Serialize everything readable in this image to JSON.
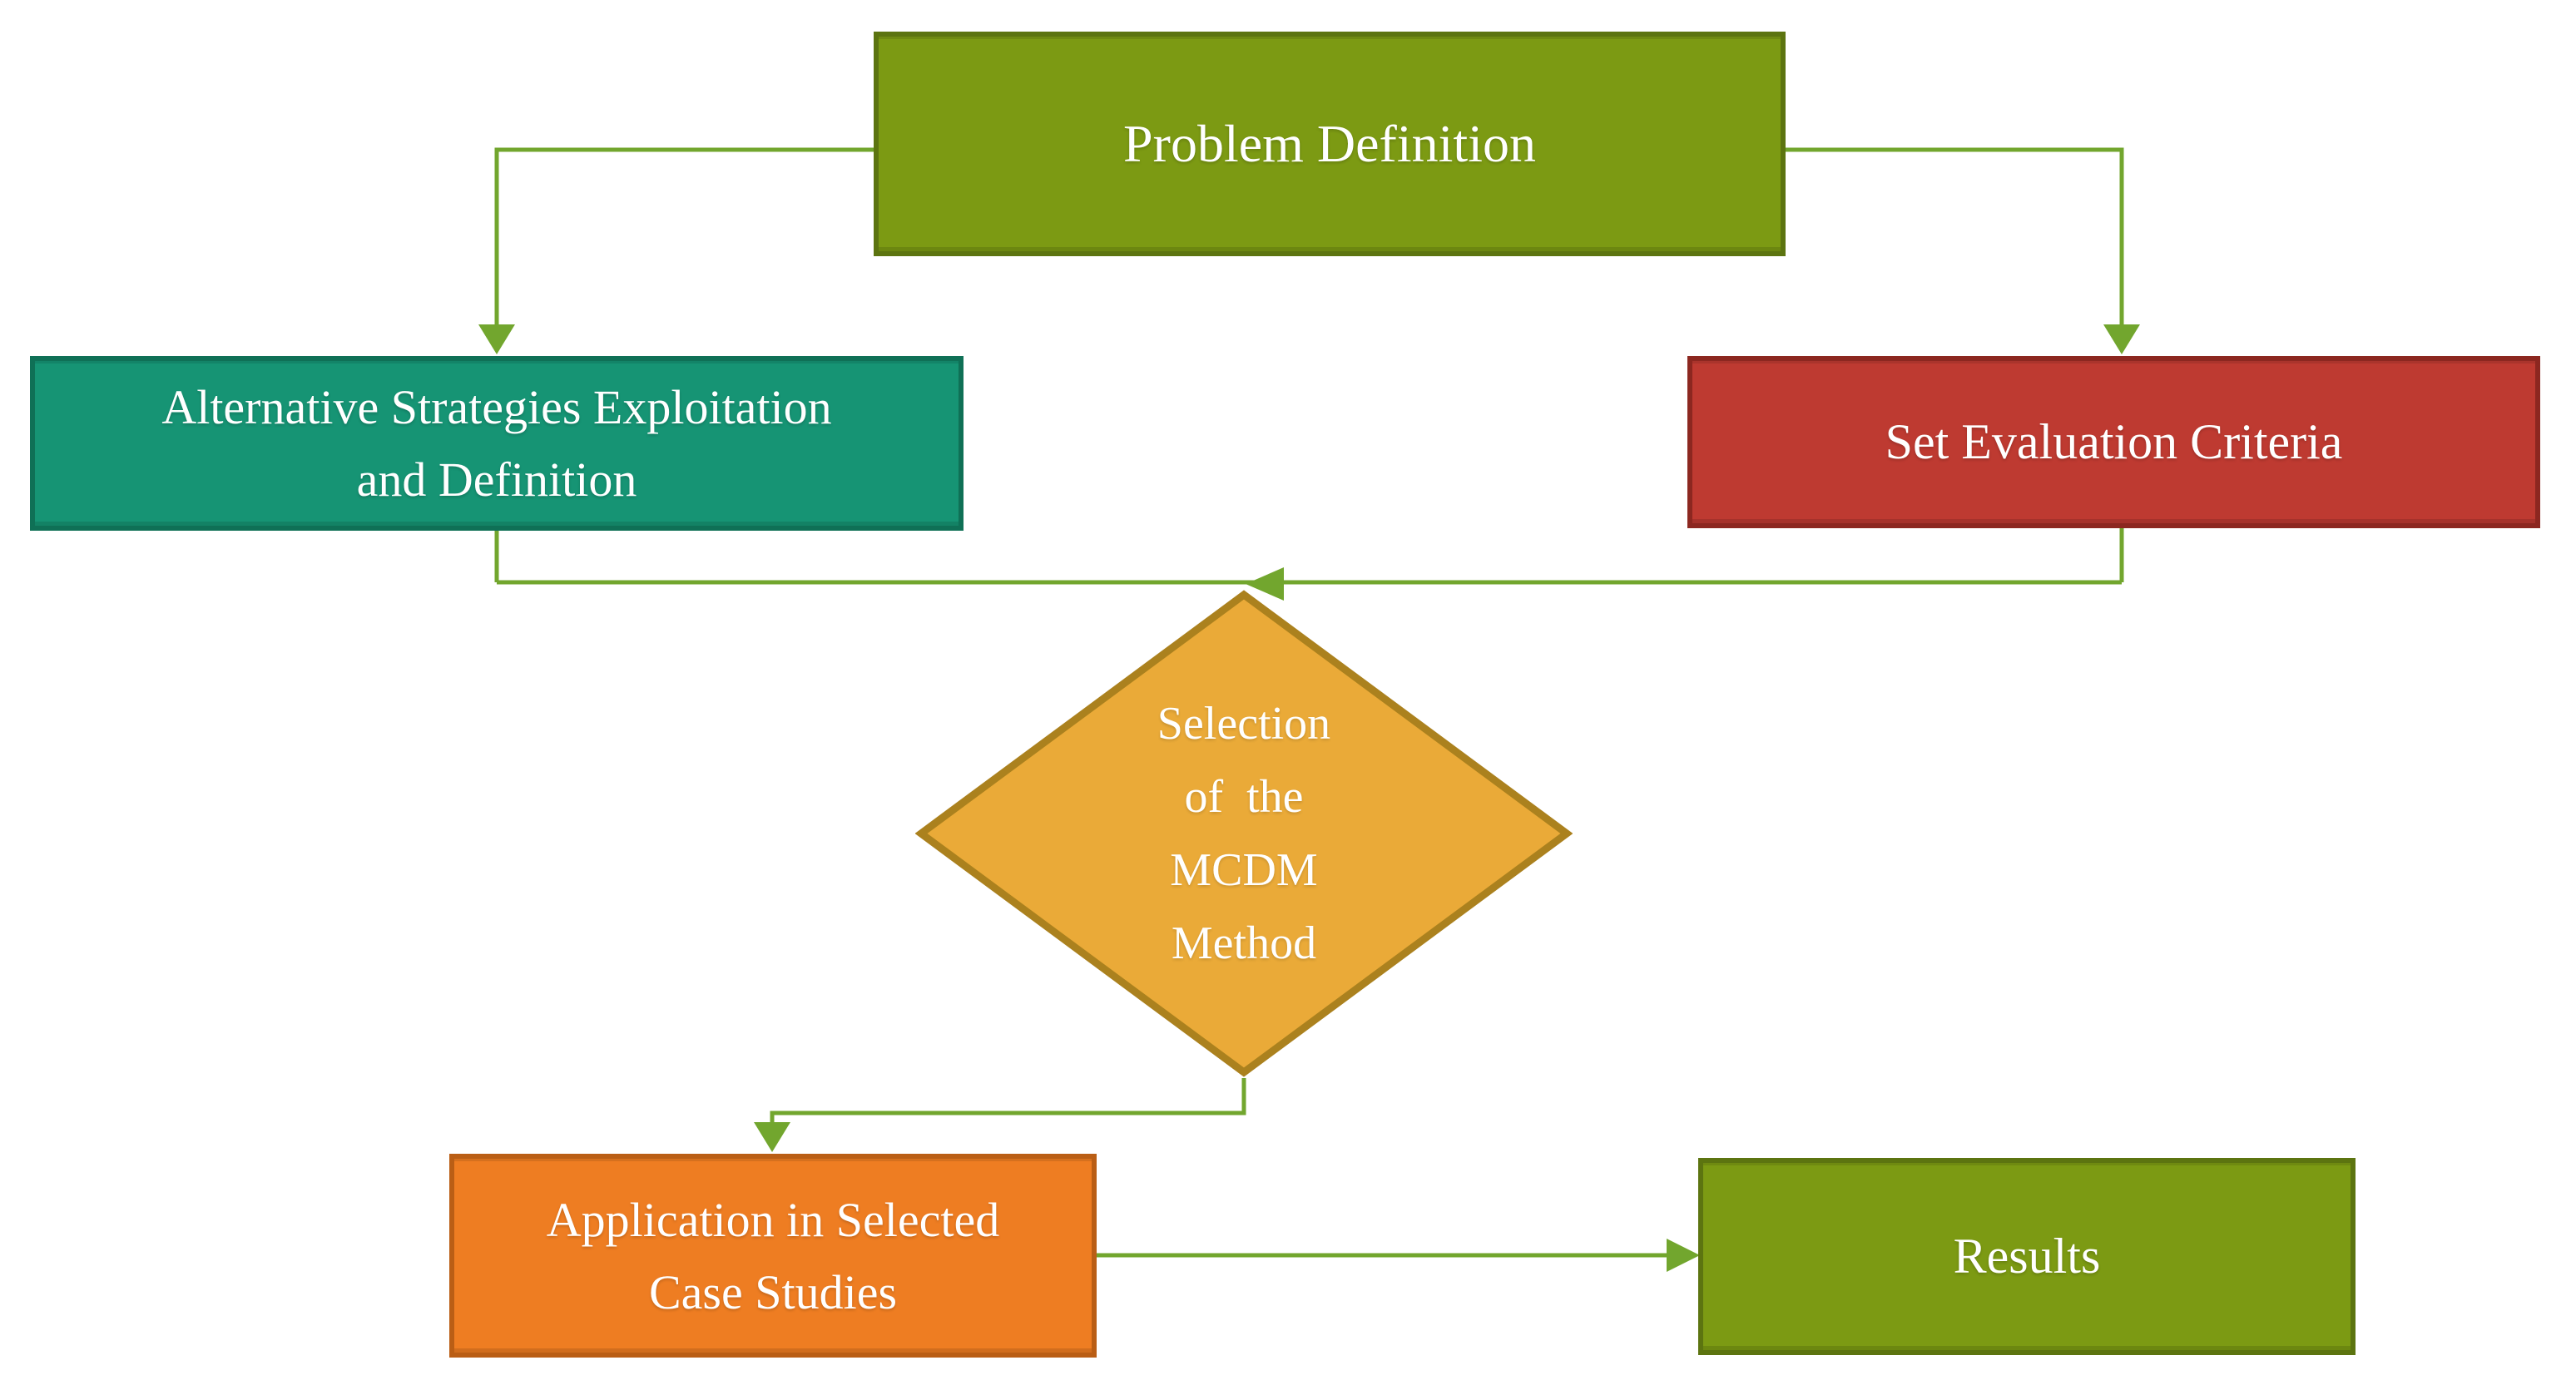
{
  "palette": {
    "olive_green_fill": "#7C9A13",
    "olive_green_border": "#5C7410",
    "teal_fill": "#169474",
    "teal_border": "#0F7056",
    "red_fill": "#BE3A31",
    "red_border": "#8C2720",
    "gold_fill": "#EAAA38",
    "gold_border": "#AB811E",
    "orange_fill": "#EE7D22",
    "orange_border": "#BA5E15",
    "connector_green": "#72A62E",
    "text_color": "#FFFFFF"
  },
  "nodes": {
    "problem_definition": {
      "shape": "rectangle",
      "fill": "#7C9A13",
      "label": "Problem Definition"
    },
    "alternative_strategies": {
      "shape": "rectangle",
      "fill": "#169474",
      "line1": "Alternative Strategies Exploitation",
      "line2": "and Definition"
    },
    "set_evaluation_criteria": {
      "shape": "rectangle",
      "fill": "#BE3A31",
      "label": "Set Evaluation Criteria"
    },
    "mcdm_selection": {
      "shape": "diamond",
      "fill": "#EAAA38",
      "line1": "Selection",
      "line2": "of  the",
      "line3": "MCDM",
      "line4": "Method"
    },
    "application_case_studies": {
      "shape": "rectangle",
      "fill": "#EE7D22",
      "line1": "Application in Selected",
      "line2": "Case Studies"
    },
    "results": {
      "shape": "rectangle",
      "fill": "#7C9A13",
      "label": "Results"
    }
  },
  "edges": [
    {
      "from": "problem_definition",
      "to": "alternative_strategies"
    },
    {
      "from": "problem_definition",
      "to": "set_evaluation_criteria"
    },
    {
      "from": "alternative_strategies",
      "to": "mcdm_selection"
    },
    {
      "from": "set_evaluation_criteria",
      "to": "mcdm_selection"
    },
    {
      "from": "mcdm_selection",
      "to": "application_case_studies"
    },
    {
      "from": "application_case_studies",
      "to": "results"
    }
  ]
}
